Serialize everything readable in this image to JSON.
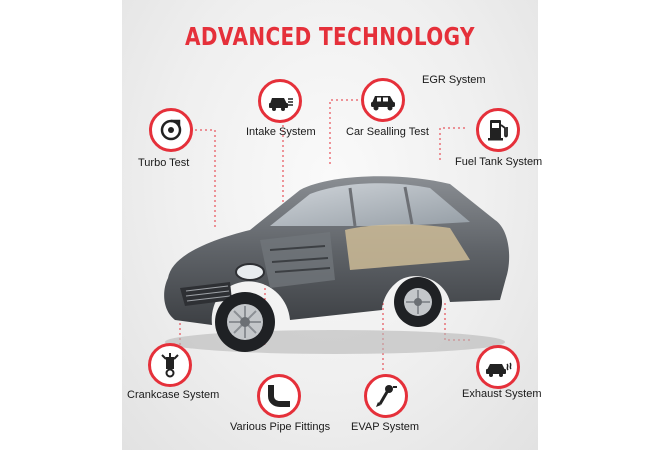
{
  "title": "ADVANCED TECHNOLOGY",
  "features": {
    "turbo_test": "Turbo Test",
    "intake_system": "Intake System",
    "car_sealing_test": "Car Sealling Test",
    "egr_system": "EGR System",
    "fuel_tank_system": "Fuel Tank System",
    "crankcase_system": "Crankcase System",
    "various_pipe_fittings": "Various Pipe Fittings",
    "evap_system": "EVAP System",
    "exhaust_system": "Exhaust System"
  },
  "colors": {
    "accent": "#e5303a",
    "car_body": "#5f6368"
  }
}
